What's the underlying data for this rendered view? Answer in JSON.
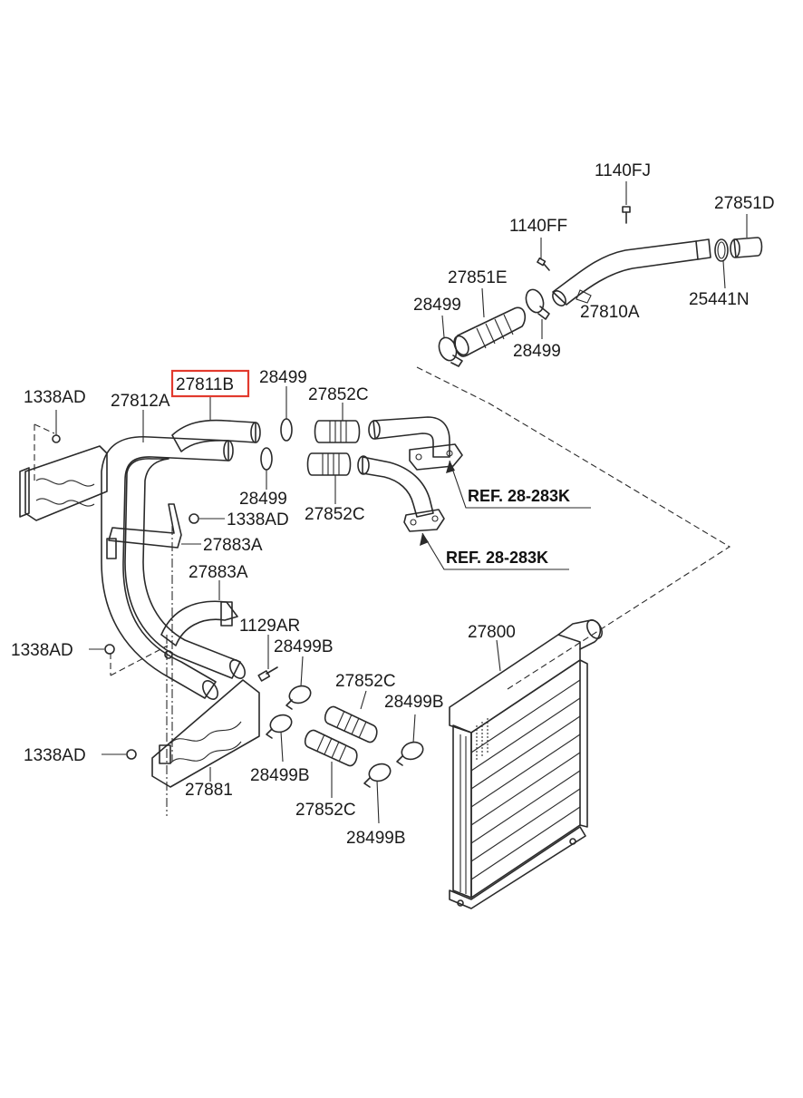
{
  "labels": {
    "l1140FJ": "1140FJ",
    "l27851D": "27851D",
    "l1140FF": "1140FF",
    "l27851E": "27851E",
    "l28499_a": "28499",
    "l28499_b": "28499",
    "l27810A": "27810A",
    "l25441N": "25441N",
    "l27811B": "27811B",
    "l28499_c": "28499",
    "l27852C_a": "27852C",
    "l1338AD_a": "1338AD",
    "l27812A": "27812A",
    "l28499_d": "28499",
    "l27852C_b": "27852C",
    "l1338AD_b": "1338AD",
    "l27883A_a": "27883A",
    "l27883A_b": "27883A",
    "l1129AR": "1129AR",
    "l1338AD_c": "1338AD",
    "l28499B_a": "28499B",
    "l27800": "27800",
    "l27852C_c": "27852C",
    "l28499B_b": "28499B",
    "l1338AD_d": "1338AD",
    "l28499B_c": "28499B",
    "l27881": "27881",
    "l27852C_d": "27852C",
    "l28499B_d": "28499B"
  },
  "refs": {
    "ref1": "REF. 28-283K",
    "ref2": "REF. 28-283K"
  },
  "highlight_color": "#e23a2e"
}
